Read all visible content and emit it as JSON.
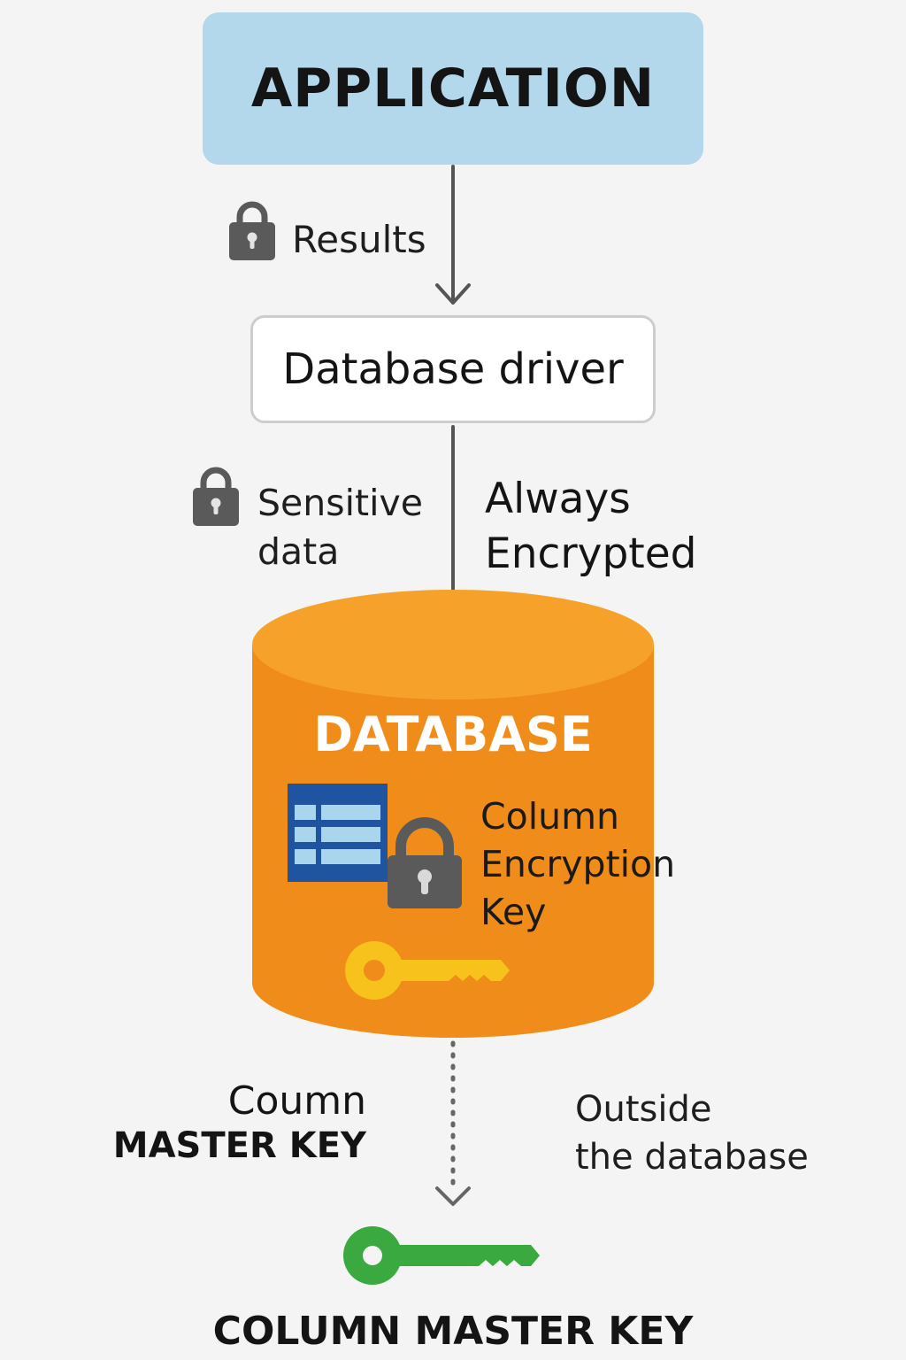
{
  "application": {
    "label": "APPLICATION"
  },
  "results_label": "Results",
  "driver": {
    "label": "Database driver"
  },
  "sensitive": {
    "line1": "Sensitive",
    "line2": "data"
  },
  "always_encrypted": {
    "line1": "Always",
    "line2": "Encrypted"
  },
  "database": {
    "label": "DATABASE",
    "cek": {
      "line1": "Column",
      "line2": "Encryption",
      "line3": "Key"
    }
  },
  "cmk_left": {
    "line1": "Coumn",
    "line2": "MASTER KEY"
  },
  "outside": {
    "line1": "Outside",
    "line2": "the database"
  },
  "cmk_bottom": {
    "label": "COLUMN MASTER KEY"
  },
  "colors": {
    "application_fill": "#b3d8eb",
    "database_fill": "#f08c1a",
    "database_top": "#f6a22a",
    "cek_key": "#f7c21b",
    "cmk_key": "#3aa93f",
    "table_icon": "#1e54a0",
    "lock_gray": "#5a5a5a"
  }
}
